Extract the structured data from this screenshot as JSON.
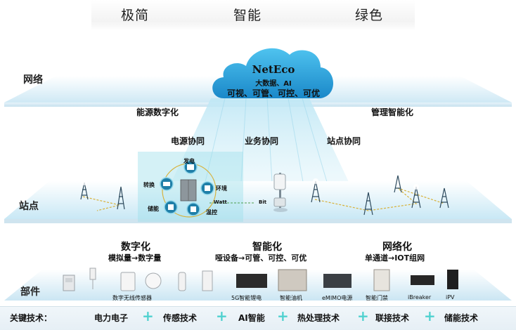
{
  "header": {
    "words": [
      "极简",
      "智能",
      "绿色"
    ]
  },
  "layers": {
    "network": "网络",
    "site": "站点",
    "parts": "部件"
  },
  "cloud": {
    "title": "NetEco",
    "line1": "大数据、AI",
    "line2": "可视、可管、可控、可优"
  },
  "network_plane": {
    "left": "能源数字化",
    "right": "管理智能化"
  },
  "collab": [
    "电源协同",
    "业务协同",
    "站点协同"
  ],
  "hub": {
    "nodes": [
      "发电",
      "转换",
      "环境",
      "储能",
      "温控"
    ],
    "watt": "Watt",
    "bit": "Bit"
  },
  "pillars": [
    {
      "title": "数字化",
      "subtitle": "模拟量→数字量"
    },
    {
      "title": "智能化",
      "subtitle": "哑设备→可管、可控、可优"
    },
    {
      "title": "网络化",
      "subtitle": "单通道→IOT组网"
    }
  ],
  "components": {
    "sensors": "数字无线传感器",
    "items": [
      "5G智能锂电",
      "智能油机",
      "eMIMO电源",
      "智能门禁",
      "iBreaker",
      "iPV"
    ]
  },
  "tech": {
    "label": "关键技术：",
    "items": [
      "电力电子",
      "传感技术",
      "AI智能",
      "热处理技术",
      "联接技术",
      "储能技术"
    ]
  },
  "colors": {
    "accent": "#4fd1cf",
    "cloud": "#1ea0d8",
    "node": "#1f7fa8",
    "path": "#d7b13a"
  },
  "icons": {
    "plus": "plus-icon",
    "cloud": "cloud-icon",
    "tower": "tower-icon"
  }
}
